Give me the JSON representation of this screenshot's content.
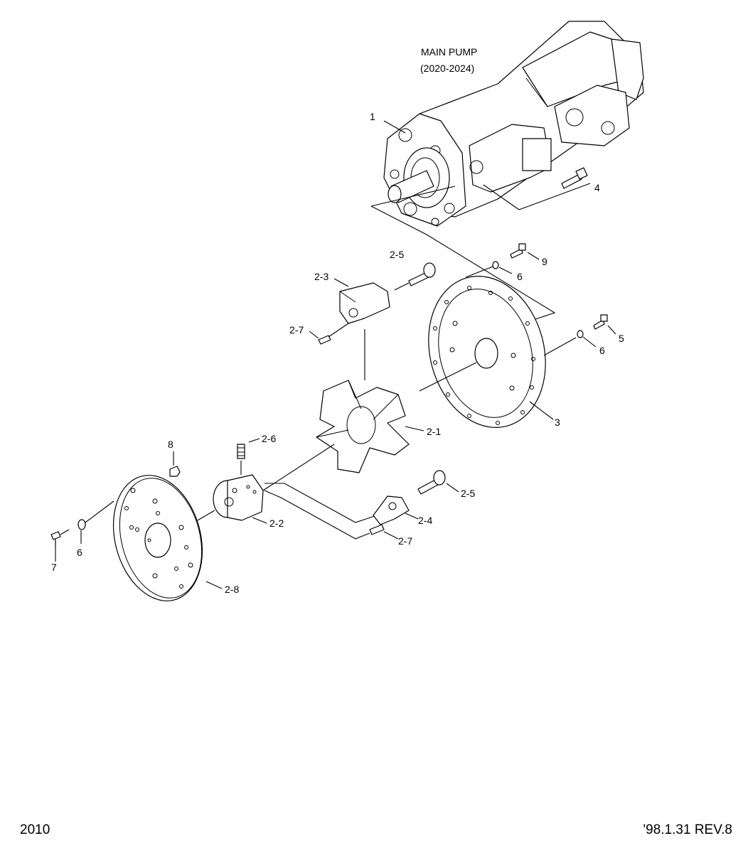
{
  "diagram": {
    "title_line1": "MAIN PUMP",
    "title_line2": "(2020-2024)",
    "footer_left": "2010",
    "footer_right": "'98.1.31 REV.8",
    "callouts": {
      "p1": "1",
      "p2_1": "2-1",
      "p2_2": "2-2",
      "p2_3": "2-3",
      "p2_4": "2-4",
      "p2_5_top": "2-5",
      "p2_5_bottom": "2-5",
      "p2_6": "2-6",
      "p2_7_top": "2-7",
      "p2_7_bottom": "2-7",
      "p2_8": "2-8",
      "p3": "3",
      "p4": "4",
      "p5": "5",
      "p6_top": "6",
      "p6_mid": "6",
      "p6_left": "6",
      "p7": "7",
      "p8": "8",
      "p9": "9"
    }
  }
}
